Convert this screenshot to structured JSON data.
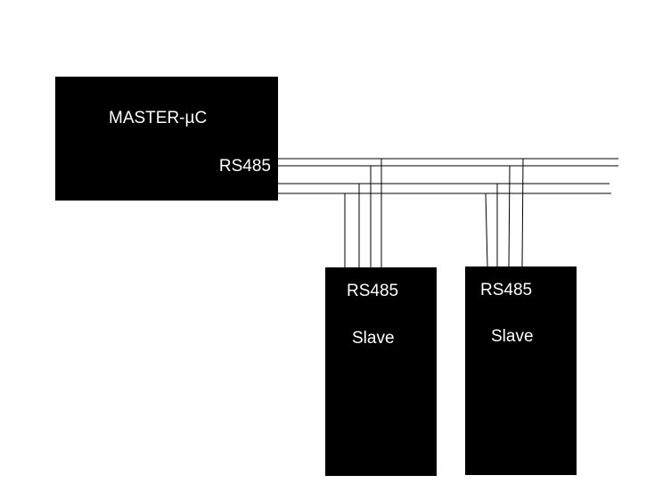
{
  "diagram": {
    "master": {
      "title": "MASTER-µC",
      "port": "RS485"
    },
    "slaves": [
      {
        "port": "RS485",
        "title": "Slave"
      },
      {
        "port": "RS485",
        "title": "Slave"
      }
    ]
  }
}
